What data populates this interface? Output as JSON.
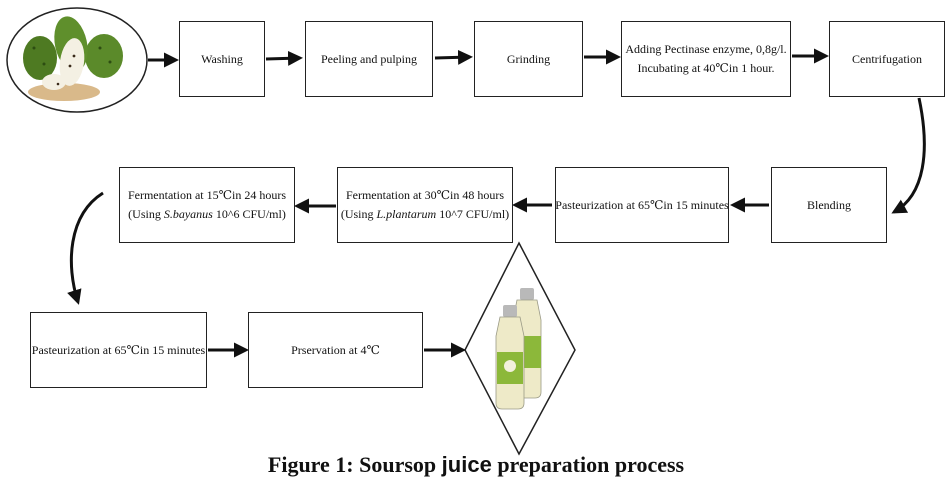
{
  "steps": {
    "washing": "Washing",
    "peeling": "Peeling and pulping",
    "grinding": "Grinding",
    "pectinase_l1": "Adding Pectinase enzyme, 0,8g/l.",
    "pectinase_l2": "Incubating at 40℃in 1 hour.",
    "centrifugation": "Centrifugation",
    "blending": "Blending",
    "pasteurization_1": "Pasteurization at 65℃in 15 minutes",
    "ferment30_l1": "Fermentation at 30℃in 48 hours",
    "ferment30_l2_pre": "(Using ",
    "ferment30_l2_species": "L.plantarum",
    "ferment30_l2_post": " 10^7 CFU/ml)",
    "ferment15_l1": "Fermentation at 15℃in 24 hours",
    "ferment15_l2_pre": "(Using ",
    "ferment15_l2_species": "S.bayanus",
    "ferment15_l2_post": " 10^6 CFU/ml)",
    "pasteurization_2": "Pasteurization at 65℃in 15 minutes",
    "preservation": "Prservation at 4℃"
  },
  "caption": {
    "part1": "Figure 1: Soursop ",
    "part2": "juice",
    "part3": " preparation process"
  },
  "colors": {
    "border": "#222222",
    "arrow": "#111111",
    "soursop_green": "#4e7a22",
    "juice_cream": "#eeeac8",
    "label_green": "#8cb83a"
  }
}
